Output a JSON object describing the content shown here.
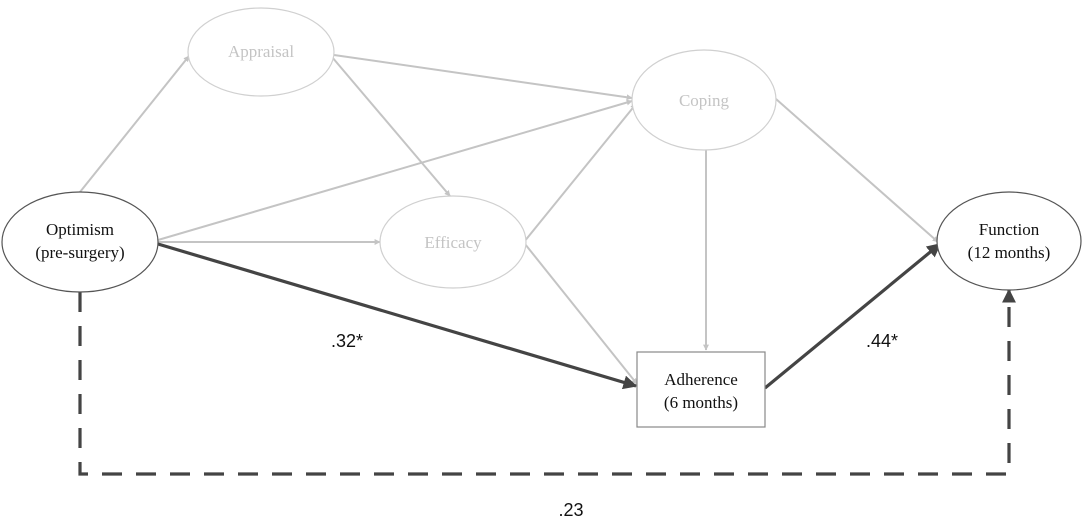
{
  "nodes": {
    "appraisal": {
      "label": "Appraisal"
    },
    "coping": {
      "label": "Coping"
    },
    "optimism": {
      "line1": "Optimism",
      "line2": "(pre-surgery)"
    },
    "efficacy": {
      "label": "Efficacy"
    },
    "function": {
      "line1": "Function",
      "line2": "(12 months)"
    },
    "adherence": {
      "line1": "Adherence",
      "line2": "(6 months)"
    }
  },
  "coefficients": {
    "optimism_to_adherence": ".32*",
    "adherence_to_function": ".44*",
    "optimism_to_function": ".23"
  },
  "colors": {
    "faded": "#c4c4c4",
    "dark": "#444444",
    "text": "#111111"
  }
}
